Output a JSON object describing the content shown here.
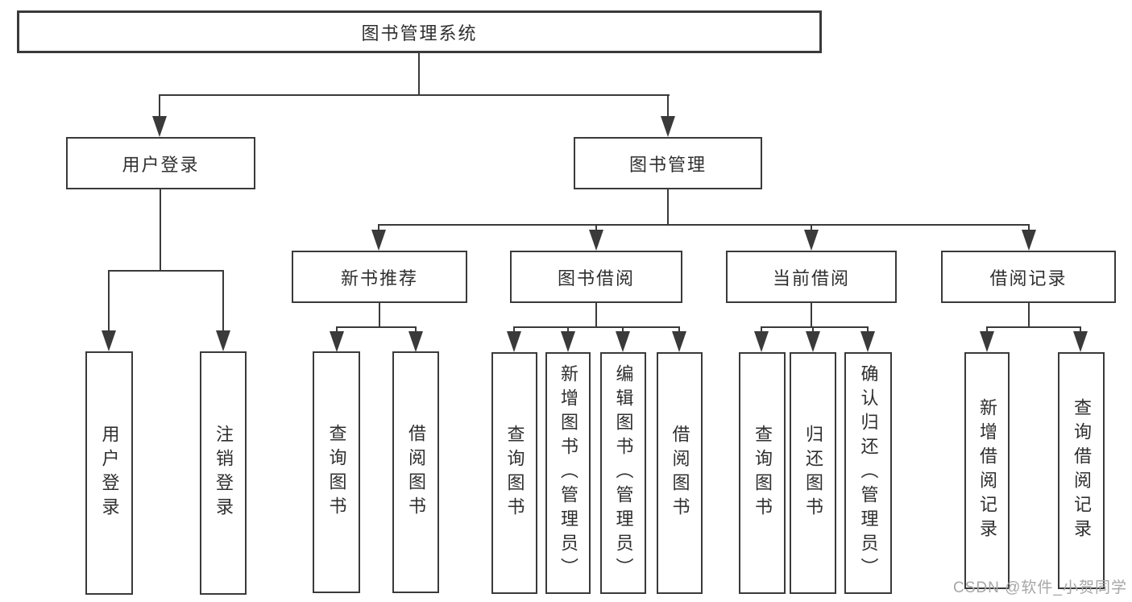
{
  "diagram": {
    "type": "hierarchy-tree",
    "title": "图书管理系统",
    "watermark": "CSDN @软件_小贺同学",
    "colors": {
      "line": "#3a3a3a",
      "box_border": "#3a3a3a",
      "box_fill": "#ffffff",
      "text": "#2f2f2f",
      "watermark": "#a6a6a6",
      "background": "#ffffff"
    },
    "nodes": {
      "root": "图书管理系统",
      "user_login": "用户登录",
      "book_mgmt": "图书管理",
      "new_book_rec": "新书推荐",
      "book_borrow": "图书借阅",
      "current_borrow": "当前借阅",
      "borrow_record": "借阅记录",
      "login": "用户登录",
      "logout": "注销登录",
      "nb_query": "查询图书",
      "nb_borrow": "借阅图书",
      "bb_query": "查询图书",
      "bb_add": "新增图书（管理员）",
      "bb_edit": "编辑图书（管理员）",
      "bb_borrow": "借阅图书",
      "cb_query": "查询图书",
      "cb_return": "归还图书",
      "cb_confirm": "确认归还（管理员）",
      "br_add": "新增借阅记录",
      "br_query": "查询借阅记录"
    },
    "edges": [
      {
        "from": "root",
        "to": [
          "user_login",
          "book_mgmt"
        ]
      },
      {
        "from": "user_login",
        "to": [
          "login",
          "logout"
        ]
      },
      {
        "from": "book_mgmt",
        "to": [
          "new_book_rec",
          "book_borrow",
          "current_borrow",
          "borrow_record"
        ]
      },
      {
        "from": "new_book_rec",
        "to": [
          "nb_query",
          "nb_borrow"
        ]
      },
      {
        "from": "book_borrow",
        "to": [
          "bb_query",
          "bb_add",
          "bb_edit",
          "bb_borrow"
        ]
      },
      {
        "from": "current_borrow",
        "to": [
          "cb_query",
          "cb_return",
          "cb_confirm"
        ]
      },
      {
        "from": "borrow_record",
        "to": [
          "br_add",
          "br_query"
        ]
      }
    ]
  }
}
